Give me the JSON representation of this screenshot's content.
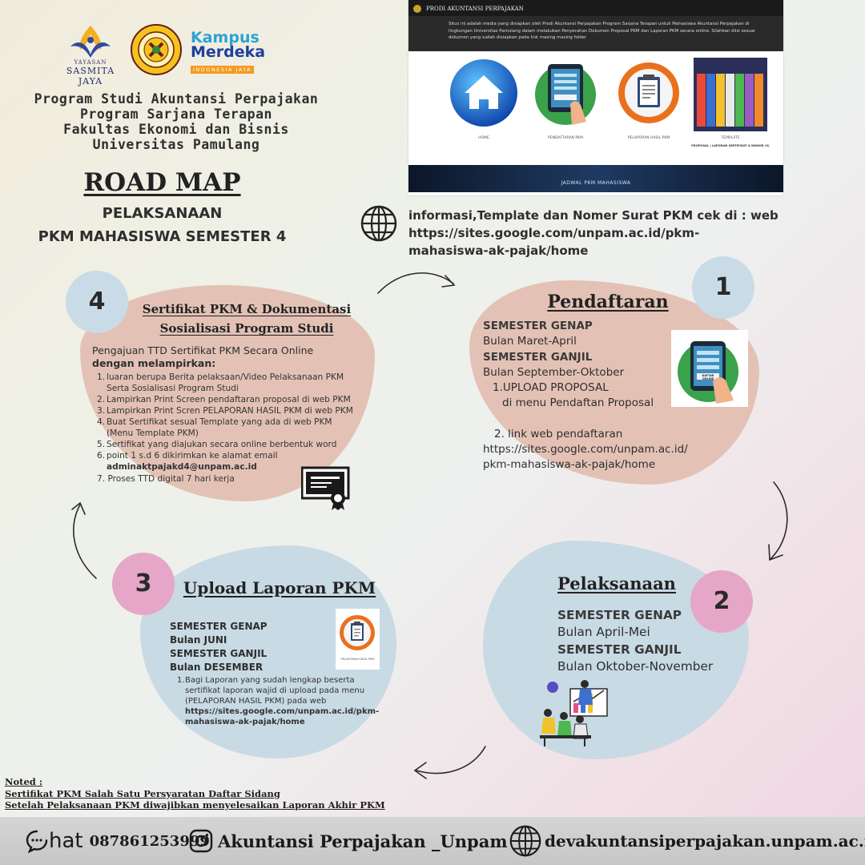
{
  "header": {
    "yayasan_line1": "YAYASAN",
    "yayasan_line2": "SASMITA JAYA",
    "kampus_line1": "Kampus",
    "kampus_line2": "Merdeka",
    "kampus_line3": "INDONESIA JAYA",
    "program_lines": [
      "Program Studi Akuntansi Perpajakan",
      "Program Sarjana Terapan",
      "Fakultas Ekonomi dan Bisnis",
      "Universitas Pamulang"
    ],
    "roadmap_title": "ROAD MAP",
    "subtitle_line1": "PELAKSANAAN",
    "subtitle_line2": "PKM MAHASISWA SEMESTER 4"
  },
  "website": {
    "site_name": "PRODI AKUNTANSI PERPAJAKAN",
    "description": "Situs ini adalah media yang disiapkan oleh Prodi Akuntansi Perpajakan Program Sarjana Terapan untuk Mahasiswa Akuntansi Perpajakan di lingkungan Universitas Pamulang dalam melakukan Penyerahan Dokumen Proposal PKM dan Laporan PKM secara online. Silahkan diisi sesuai dokumen yang sudah disiapkan pada link masing masing folder",
    "icons": [
      "HOME",
      "PENDAFTARAN PKM",
      "PELAPORAN HASIL PKM",
      "TEMPLATE"
    ],
    "template_note": "PROPOSAL | LAPORAN SERTIFIKAT & NOMOR (S)",
    "banner": "JADWAL PKM MAHASISWA"
  },
  "info": {
    "lines": [
      "informasi,Template dan Nomer Surat PKM cek di : web",
      "https://sites.google.com/unpam.ac.id/pkm-",
      "mahasiswa-ak-pajak/home"
    ]
  },
  "step1": {
    "number": "1",
    "title": "Pendaftaran",
    "genap_label": "SEMESTER GENAP",
    "genap_value": "Bulan Maret-April",
    "ganjil_label": "SEMESTER GANJIL",
    "ganjil_value": "Bulan September-Oktober",
    "item1_line1": "1.UPLOAD PROPOSAL",
    "item1_line2": "di menu Pendaftan Proposal",
    "item2_line1": "2. link web pendaftaran",
    "item2_line2": "https://sites.google.com/unpam.ac.id/",
    "item2_line3": "pkm-mahasiswa-ak-pajak/home",
    "image_caption": "DAFTAR ONLINE"
  },
  "step2": {
    "number": "2",
    "title": "Pelaksanaan",
    "genap_label": "SEMESTER GENAP",
    "genap_value": "Bulan April-Mei",
    "ganjil_label": "SEMESTER GANJIL",
    "ganjil_value": "Bulan Oktober-November"
  },
  "step3": {
    "number": "3",
    "title": "Upload Laporan PKM",
    "genap_label": "SEMESTER GENAP",
    "genap_value": "Bulan JUNI",
    "ganjil_label": "SEMESTER GANJIL",
    "ganjil_value": "Bulan DESEMBER",
    "image_caption": "PELAPORAN HASIL PKM",
    "item_number": "1.",
    "item_lines": [
      "Bagi Laporan yang sudah lengkap beserta",
      "sertifikat laporan wajid di upload pada menu",
      "(PELAPORAN HASIL PKM) pada web"
    ],
    "item_link_lines": [
      "https://sites.google.com/unpam.ac.id/pkm-",
      "mahasiswa-ak-pajak/home"
    ]
  },
  "step4": {
    "number": "4",
    "title_line1": "Sertifikat PKM & Dokumentasi",
    "title_line2": "Sosialisasi Program Studi",
    "intro_line1": "Pengajuan TTD Sertifikat PKM Secara Online",
    "intro_line2": "dengan melampirkan:",
    "items": [
      {
        "n": "1.",
        "lines": [
          "luaran berupa Berita pelaksaan/Video Pelaksanaan PKM",
          "Serta Sosialisasi Program Studi"
        ]
      },
      {
        "n": "2.",
        "lines": [
          "Lampirkan Print Screen pendaftaran proposal di web PKM"
        ]
      },
      {
        "n": "3.",
        "lines": [
          "Lampirkan Print Scren  PELAPORAN HASIL PKM di web PKM"
        ]
      },
      {
        "n": "4.",
        "lines": [
          "Buat Sertifikat sesual Template yang ada di web PKM",
          "(Menu Template PKM)"
        ]
      },
      {
        "n": "5.",
        "lines": [
          "Sertifikat yang diajukan secara online berbentuk word"
        ]
      },
      {
        "n": "6.",
        "lines": [
          "point 1 s.d 6 dikirimkan ke alamat email"
        ]
      }
    ],
    "email": "adminaktpajakd4@unpam.ac.id",
    "item7": "7.  Proses TTD digital 7 hari kerja"
  },
  "note": {
    "label": "Noted :",
    "line1": "Sertifikat PKM Salah Satu Persyaratan Daftar Sidang",
    "line2": "Setelah Pelaksanaan PKM diwajibkan menyelesaikan Laporan Akhir PKM"
  },
  "footer": {
    "chat_word": "hat",
    "phone": "087861253999",
    "instagram": "Akuntansi Perpajakan _Unpam",
    "website": "devakuntansiperpajakan.unpam.ac.id"
  },
  "colors": {
    "blob_pink": "#e3c2b5",
    "blob_blue": "#c8dae4",
    "circle_blue": "#c9dbe6",
    "circle_pink": "#e6a6c8"
  }
}
